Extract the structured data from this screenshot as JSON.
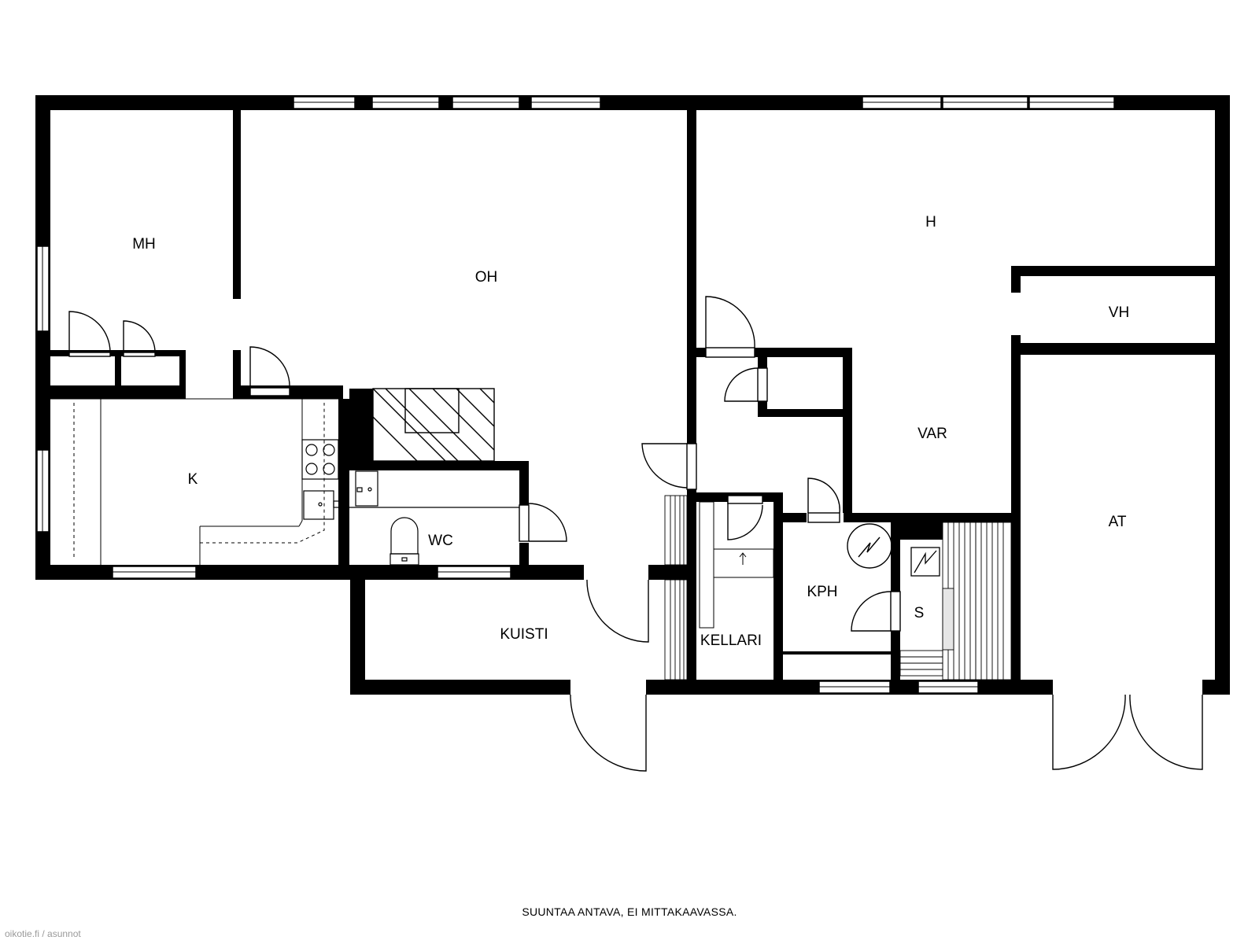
{
  "rooms": {
    "mh": "MH",
    "oh": "OH",
    "h": "H",
    "vh": "VH",
    "k": "K",
    "var": "VAR",
    "wc": "WC",
    "at": "AT",
    "kph": "KPH",
    "s": "S",
    "kuisti": "KUISTI",
    "kellari": "KELLARI"
  },
  "footer": {
    "note": "SUUNTAA ANTAVA, EI MITTAKAAVASSA."
  },
  "watermark": {
    "text": "oikotie.fi / asunnot"
  },
  "colors": {
    "wall": "#000000",
    "background": "#ffffff",
    "watermark": "#9a9a9a"
  },
  "icons": [
    "stove-icon",
    "sink-icon",
    "toilet-icon",
    "sauna-stove-icon",
    "boiler-icon",
    "fireplace-icon"
  ]
}
